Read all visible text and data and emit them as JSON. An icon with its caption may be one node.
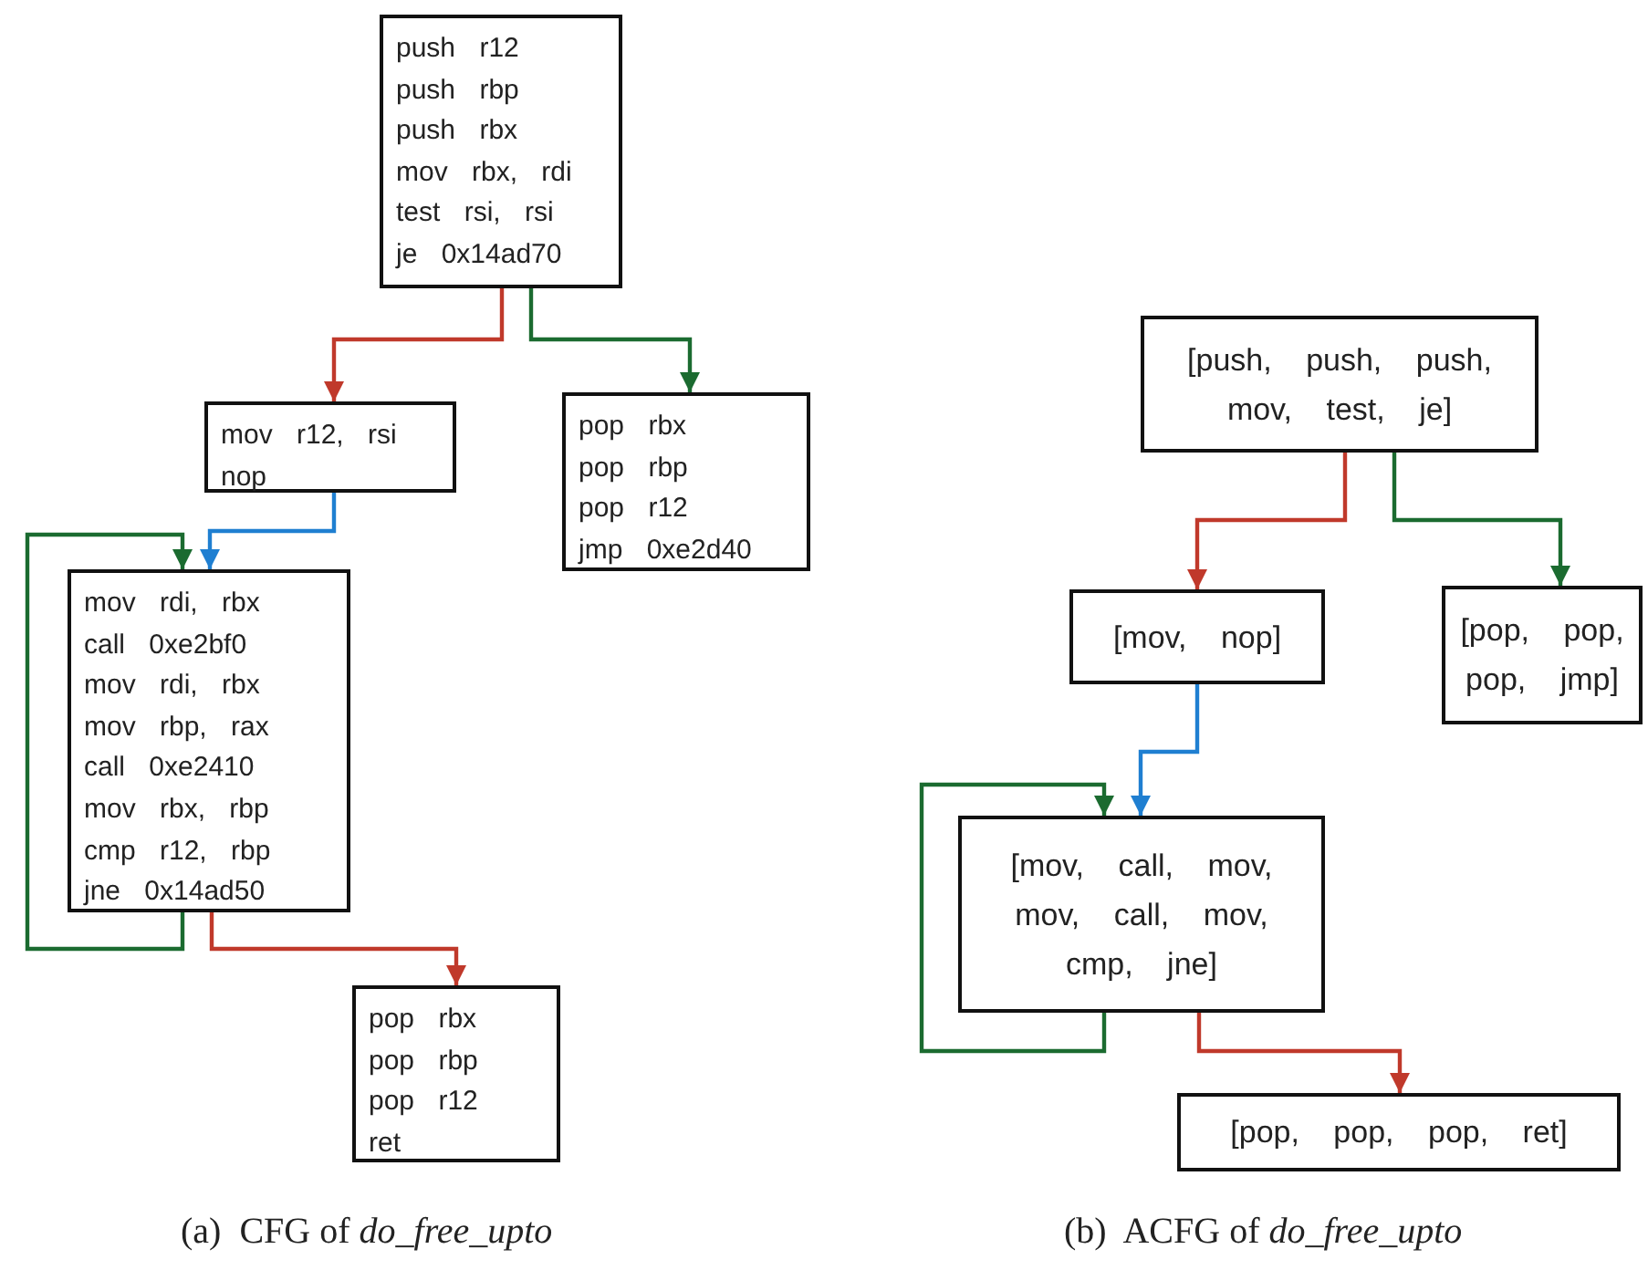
{
  "diagram": {
    "nodes": [
      {
        "text": [
          "push r12",
          "push rbp",
          "push rbx",
          "mov rbx, rdi",
          "test rsi, rsi",
          "je 0x14ad70"
        ]
      },
      {
        "text": [
          "mov r12, rsi",
          "nop"
        ]
      },
      {
        "text": [
          "pop rbx",
          "pop rbp",
          "pop r12",
          "jmp 0xe2d40"
        ]
      },
      {
        "text": [
          "mov rdi, rbx",
          "call 0xe2bf0",
          "mov rdi, rbx",
          "mov rbp, rax",
          "call 0xe2410",
          "mov rbx, rbp",
          "cmp r12, rbp",
          "jne 0x14ad50"
        ]
      },
      {
        "text": [
          "pop rbx",
          "pop rbp",
          "pop r12",
          "ret"
        ]
      },
      {
        "text": [
          "[push, push, push, mov, test, je]"
        ]
      },
      {
        "text": [
          "[mov, nop]"
        ]
      },
      {
        "text": [
          "[pop, pop, pop, jmp]"
        ]
      },
      {
        "text": [
          "[mov, call, mov, mov, call, mov, cmp, jne]"
        ]
      },
      {
        "text": [
          "[pop, pop, pop, ret]"
        ]
      }
    ],
    "edges": [
      {
        "from": 0,
        "to": 1,
        "arrow": "to",
        "color": "#c0392b"
      },
      {
        "from": 0,
        "to": 2,
        "arrow": "to",
        "color": "#1b6b30"
      },
      {
        "from": 1,
        "to": 3,
        "arrow": "to",
        "color": "#1f7fd1"
      },
      {
        "from": 3,
        "to": 3,
        "arrow": "to",
        "color": "#1b6b30"
      },
      {
        "from": 3,
        "to": 4,
        "arrow": "to",
        "color": "#c0392b"
      },
      {
        "from": 5,
        "to": 6,
        "arrow": "to",
        "color": "#c0392b"
      },
      {
        "from": 5,
        "to": 7,
        "arrow": "to",
        "color": "#1b6b30"
      },
      {
        "from": 6,
        "to": 8,
        "arrow": "to",
        "color": "#1f7fd1"
      },
      {
        "from": 8,
        "to": 8,
        "arrow": "to",
        "color": "#1b6b30"
      },
      {
        "from": 8,
        "to": 9,
        "arrow": "to",
        "color": "#c0392b"
      }
    ],
    "labels": [
      "(a)  CFG of *do_free_upto*",
      "(b)  ACFG of *do_free_upto*"
    ]
  }
}
